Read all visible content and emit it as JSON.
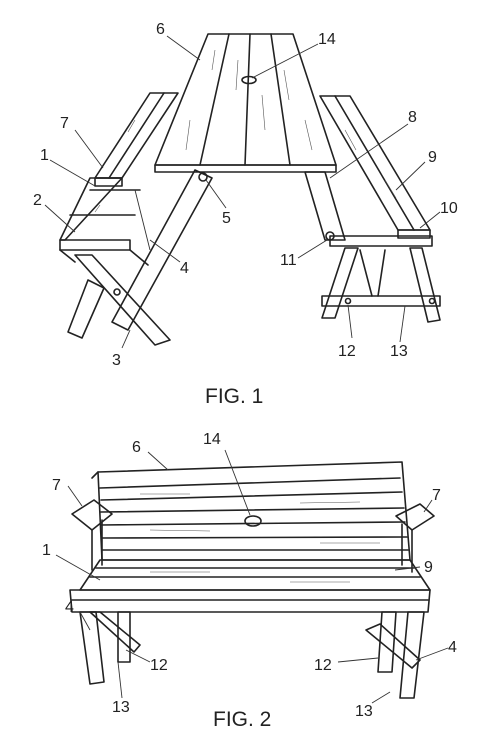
{
  "fig1": {
    "caption": "FIG. 1",
    "labels": {
      "n1": "1",
      "n2": "2",
      "n3": "3",
      "n4": "4",
      "n5": "5",
      "n6": "6",
      "n7": "7",
      "n8": "8",
      "n9": "9",
      "n10": "10",
      "n11": "11",
      "n12": "12",
      "n13": "13",
      "n14": "14"
    }
  },
  "fig2": {
    "caption": "FIG. 2",
    "labels": {
      "n6": "6",
      "n14": "14",
      "n7a": "7",
      "n7b": "7",
      "n1": "1",
      "n9": "9",
      "n4a": "4",
      "n4b": "4",
      "n12a": "12",
      "n12b": "12",
      "n13a": "13",
      "n13b": "13"
    }
  }
}
